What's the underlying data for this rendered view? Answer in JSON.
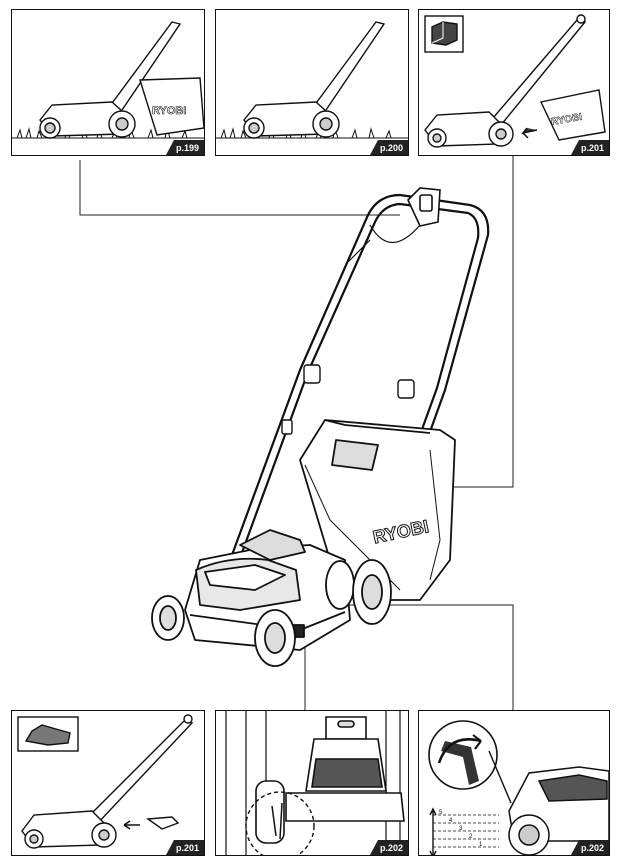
{
  "brand": "RYOBI",
  "panels": {
    "p1": {
      "page": "p.199"
    },
    "p2": {
      "page": "p.200"
    },
    "p3": {
      "page": "p.201"
    },
    "p4": {
      "page": "p.201"
    },
    "p5": {
      "page": "p.202"
    },
    "p6": {
      "page": "p.202"
    }
  },
  "height_scale": [
    "5",
    "4",
    "3",
    "2",
    "1"
  ],
  "icons": [
    "battery-icon",
    "mulch-plug-icon",
    "arrow-icon",
    "rotate-arrow-icon"
  ]
}
